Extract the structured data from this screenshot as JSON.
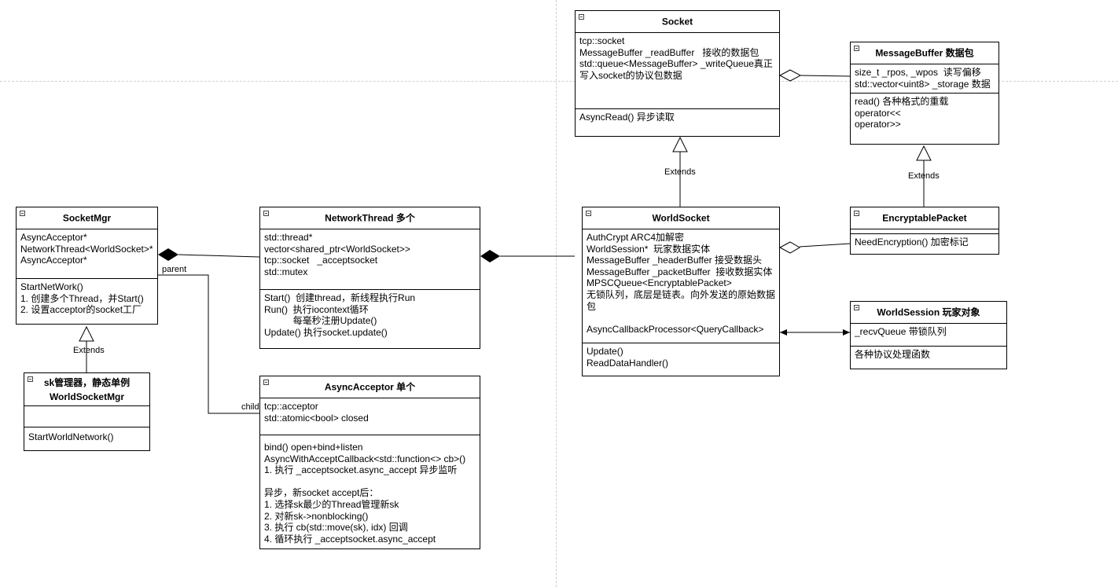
{
  "classes": {
    "socket": {
      "title": "Socket",
      "fields": "tcp::socket\nMessageBuffer _readBuffer   接收的数据包\nstd::queue<MessageBuffer> _writeQueue真正\n写入socket的协议包数据",
      "methods": "AsyncRead() 异步读取"
    },
    "message_buffer": {
      "title": "MessageBuffer 数据包",
      "fields": "size_t _rpos, _wpos  读写偏移\nstd::vector<uint8> _storage 数据",
      "methods": "read() 各种格式的重载\noperator<<\noperator>>"
    },
    "socket_mgr": {
      "title": "SocketMgr",
      "fields": "AsyncAcceptor*\nNetworkThread<WorldSocket>*\nAsyncAcceptor*",
      "methods": "StartNetWork()\n1. 创建多个Thread，并Start()\n2. 设置acceptor的socket工厂"
    },
    "network_thread": {
      "title": "NetworkThread 多个",
      "fields": "std::thread*\nvector<shared_ptr<WorldSocket>>\ntcp::socket   _acceptsocket\nstd::mutex",
      "methods": "Start()  创建thread，新线程执行Run\nRun()  执行iocontext循环\n           每毫秒注册Update()\nUpdate() 执行socket.update()"
    },
    "world_socket": {
      "title": "WorldSocket",
      "fields": "AuthCrypt ARC4加解密\nWorldSession*  玩家数据实体\nMessageBuffer _headerBuffer 接受数据头\nMessageBuffer _packetBuffer  接收数据实体\nMPSCQueue<EncryptablePacket>\n无锁队列，底层是链表。向外发送的原始数据\n包\n\nAsyncCallbackProcessor<QueryCallback>",
      "methods": "Update()\nReadDataHandler()"
    },
    "encryptable_packet": {
      "title": "EncryptablePacket",
      "fields": "",
      "methods": "NeedEncryption() 加密标记"
    },
    "world_session": {
      "title": "WorldSession 玩家对象",
      "fields": "_recvQueue 带锁队列",
      "methods": "各种协议处理函数"
    },
    "world_socket_mgr": {
      "title": "sk管理器，静态单例\nWorldSocketMgr",
      "fields": "",
      "methods": "StartWorldNetwork()"
    },
    "async_acceptor": {
      "title": "AsyncAcceptor 单个",
      "fields": "tcp::acceptor\nstd::atomic<bool> closed",
      "methods": "bind() open+bind+listen\nAsyncWithAcceptCallback<std::function<> cb>()\n1. 执行 _acceptsocket.async_accept 异步监听\n\n异步，新socket accept后：\n1. 选择sk最少的Thread管理新sk\n2. 对新sk->nonblocking()\n3. 执行 cb(std::move(sk), idx) 回调\n4. 循环执行 _acceptsocket.async_accept"
    }
  },
  "labels": {
    "extends": "Extends",
    "parent": "parent",
    "child": "child"
  }
}
